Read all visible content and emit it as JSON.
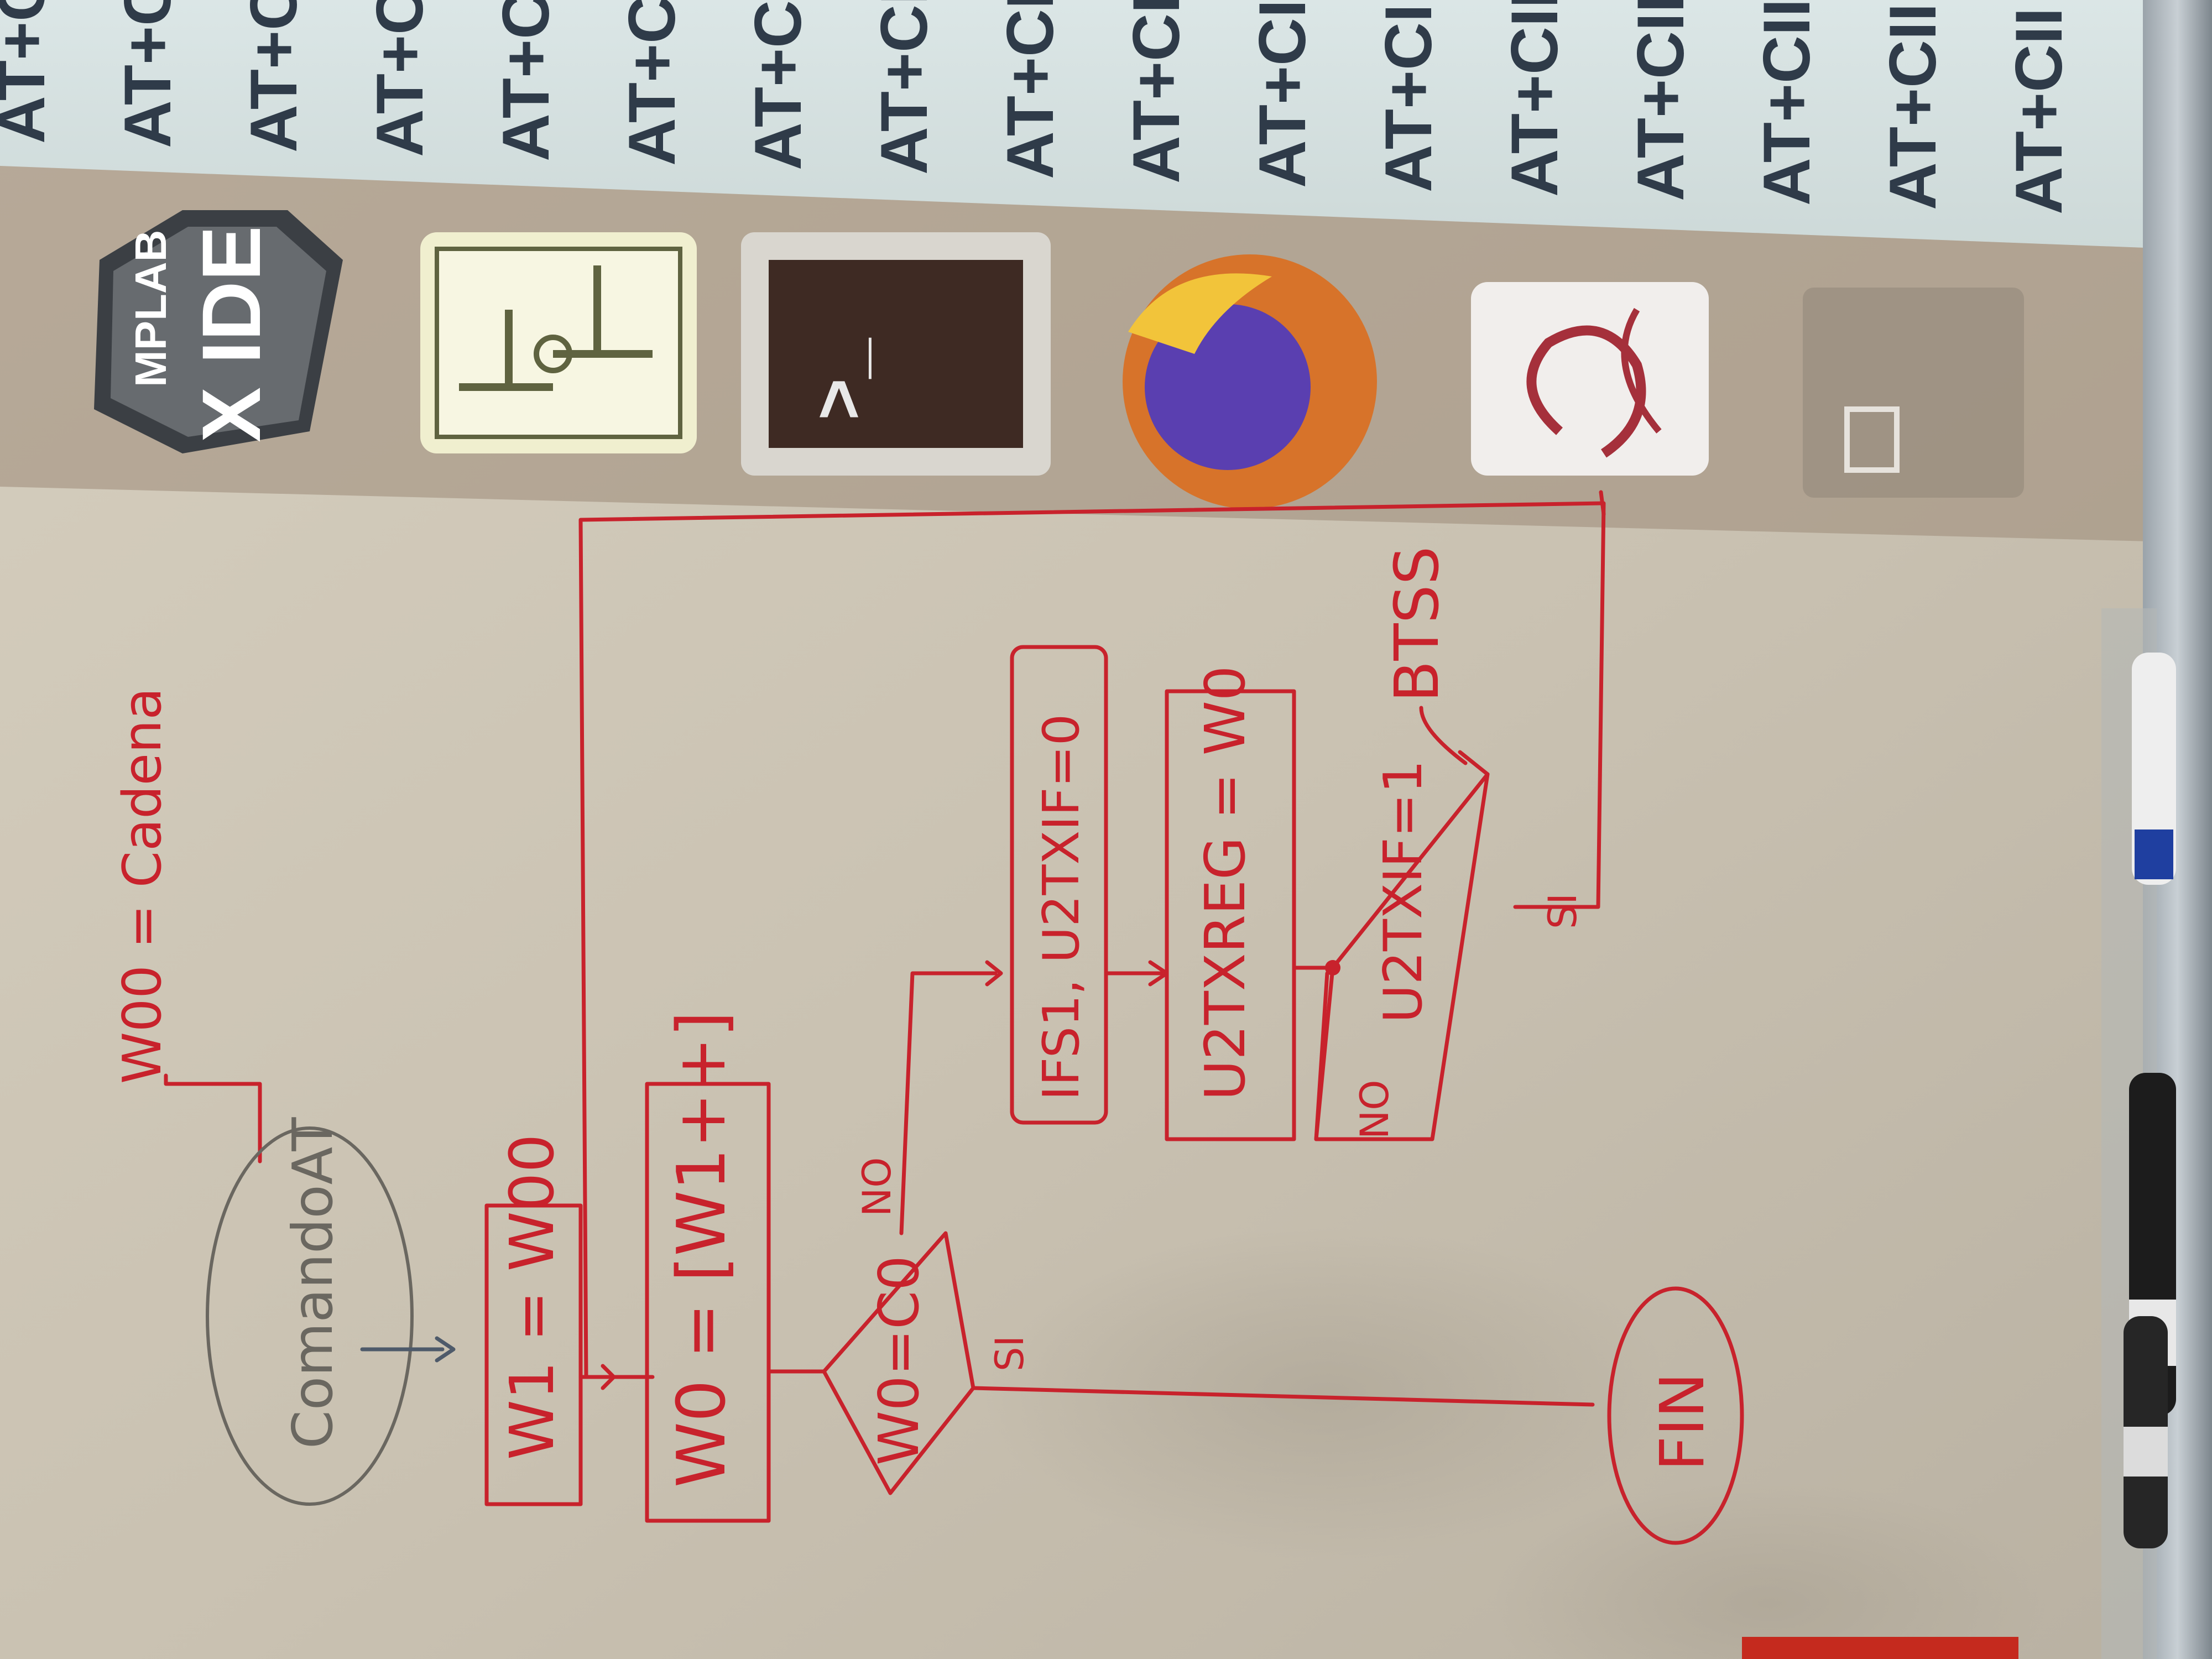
{
  "photo": {
    "projected_terminal": {
      "lines": [
        "AT+C",
        "AT+C",
        "AT+C",
        "AT+C",
        "AT+C",
        "AT+C",
        "AT+CI",
        "AT+CI",
        "AT+CI",
        "AT+CI",
        "AT+CI",
        "AT+CI",
        "AT+CII",
        "AT+CII",
        "AT+CII",
        "AT+CII",
        "AT+CII"
      ]
    },
    "dock_icons": [
      {
        "name": "mplab-x-ide-icon",
        "text_line1": "MPLAB",
        "text_line2": "X IDE"
      },
      {
        "name": "circuit-editor-icon"
      },
      {
        "name": "terminal-icon",
        "prompt": ">_"
      },
      {
        "name": "firefox-icon"
      },
      {
        "name": "document-viewer-icon"
      },
      {
        "name": "desktop-icon"
      }
    ],
    "whiteboard": {
      "annotation_top": "W00 = Cadena",
      "start_node": "ComandoAT",
      "process_1": "W1 = W00",
      "process_2": "W0 = [W1++]",
      "decision_1": "W0=C0",
      "decision_1_yes": "SI",
      "decision_1_no": "NO",
      "process_3": "IFS1, U2TXIF=0",
      "process_4": "U2TXREG = W0",
      "decision_2": "U2TXIF=1",
      "decision_2_yes": "SI",
      "decision_2_no": "NO",
      "decision_2_note": "BTSS",
      "end_node": "FIN"
    }
  }
}
